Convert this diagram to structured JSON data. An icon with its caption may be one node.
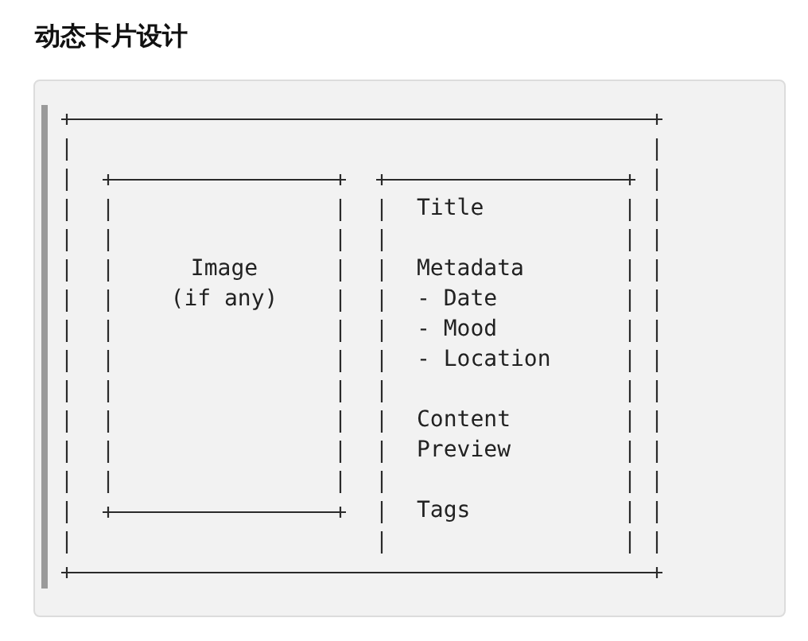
{
  "diagram": {
    "title": "动态卡片设计",
    "nodes": [
      {
        "text": [],
        "shape": "box"
      },
      {
        "text": [
          "Image (if any)"
        ],
        "in": 0
      },
      {
        "text": [
          "Title",
          "Metadata",
          "- Date",
          "- Mood",
          "- Location",
          "Content Preview",
          "Tags"
        ],
        "in": 0
      }
    ]
  }
}
